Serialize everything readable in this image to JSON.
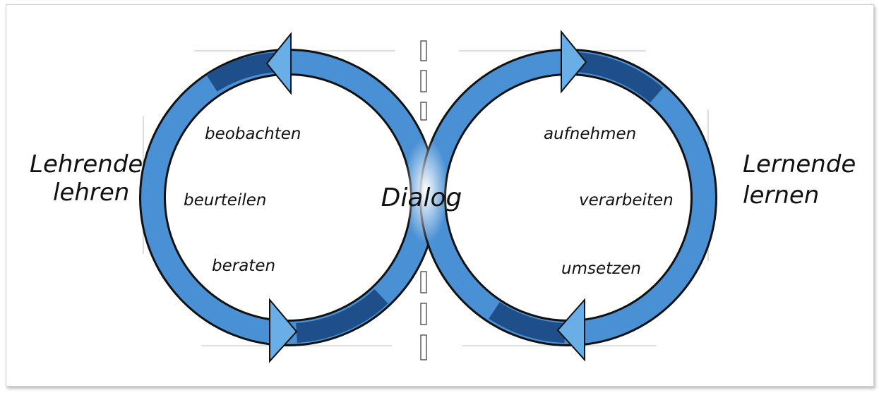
{
  "diagram": {
    "left_side": {
      "line1": "Lehrende",
      "line2": "lehren"
    },
    "right_side": {
      "line1": "Lernende",
      "line2": "lernen"
    },
    "center": "Dialog",
    "left_loop": [
      "beobachten",
      "beurteilen",
      "beraten"
    ],
    "right_loop": [
      "aufnehmen",
      "verarbeiten",
      "umsetzen"
    ],
    "colors": {
      "ring": "#4a90d4",
      "ring_dark": "#1f4f8a",
      "outline": "#111111"
    }
  }
}
